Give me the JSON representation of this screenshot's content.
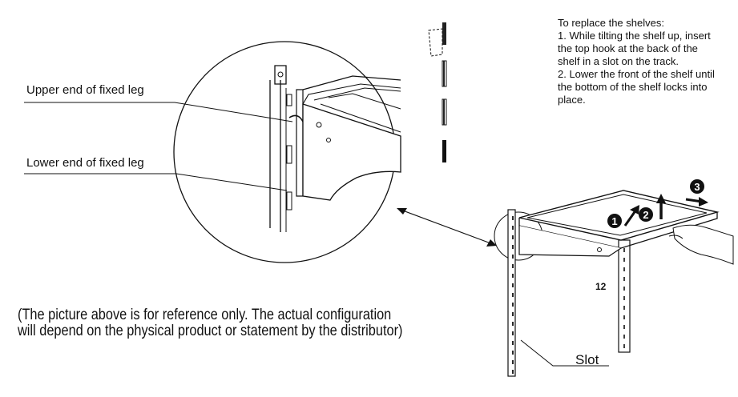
{
  "callouts": {
    "upper": "Upper end of fixed  leg",
    "lower": "Lower end of fixed leg",
    "slot": "Slot"
  },
  "instructions": {
    "heading": "To replace the shelves:",
    "step1": "1. While tilting the shelf up, insert the top hook at the back of the shelf in a slot on the track.",
    "step2": "2. Lower the front of the shelf until the bottom of the shelf locks into place."
  },
  "steps": [
    "1",
    "2",
    "3"
  ],
  "page_number": "12",
  "note": {
    "line1": "(The picture above is for reference only. The actual configuration",
    "line2": "will depend on the physical product or statement by the distributor)"
  }
}
